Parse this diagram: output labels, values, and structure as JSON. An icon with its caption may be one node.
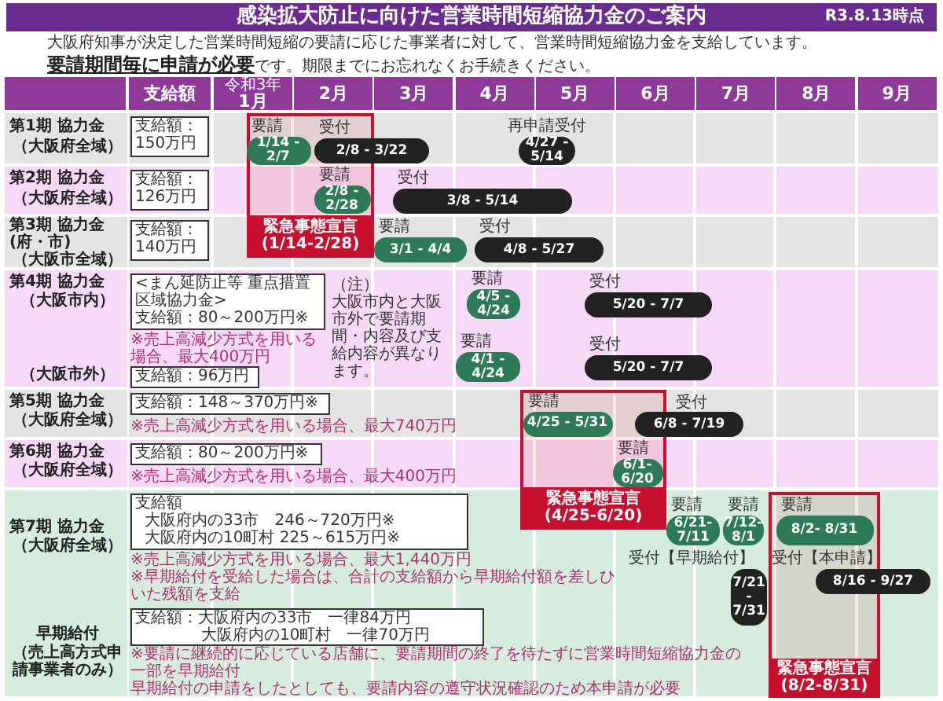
{
  "diagram": {
    "title": "感染拡大防止に向けた営業時間短縮協力金のご案内",
    "nodes": [
      {
        "text": [
          "支給額：150万円"
        ]
      },
      {
        "text": [
          "緊急事態宣言 (1/14-2/28)"
        ]
      },
      {
        "text": [
          "1/14 - 2/7"
        ],
        "beside": [
          "要請"
        ],
        "in": 1
      },
      {
        "text": [
          "2/8 - 3/22"
        ],
        "beside": [
          "受付"
        ]
      },
      {
        "text": [
          "4/27 - 5/14"
        ],
        "beside": [
          "再申請受付"
        ]
      },
      {
        "text": [
          "支給額：126万円"
        ]
      },
      {
        "text": [
          "2/8 - 2/28"
        ],
        "beside": [
          "要請"
        ],
        "in": 1
      },
      {
        "text": [
          "3/8 - 5/14"
        ],
        "beside": [
          "受付"
        ]
      },
      {
        "text": [
          "支給額：140万円"
        ]
      },
      {
        "text": [
          "3/1 - 4/4"
        ],
        "beside": [
          "要請"
        ]
      },
      {
        "text": [
          "4/8 - 5/27"
        ],
        "beside": [
          "受付"
        ]
      },
      {
        "text": [
          "<まん延防止等 重点措置区域協力金>",
          "支給額：80～200万円※"
        ]
      },
      {
        "text": [
          "4/5 - 4/24"
        ],
        "beside": [
          "要請"
        ]
      },
      {
        "text": [
          "5/20 - 7/7"
        ],
        "beside": [
          "受付"
        ]
      },
      {
        "text": [
          "支給額：96万円"
        ]
      },
      {
        "text": [
          "4/1 - 4/24"
        ],
        "beside": [
          "要請"
        ]
      },
      {
        "text": [
          "5/20 - 7/7"
        ],
        "beside": [
          "受付"
        ]
      },
      {
        "text": [
          "緊急事態宣言 (4/25-6/20)"
        ]
      },
      {
        "text": [
          "支給額：148～370万円※"
        ]
      },
      {
        "text": [
          "4/25 - 5/31"
        ],
        "beside": [
          "要請"
        ],
        "in": 17
      },
      {
        "text": [
          "6/8 - 7/19"
        ],
        "beside": [
          "受付"
        ]
      },
      {
        "text": [
          "支給額：80～200万円※"
        ]
      },
      {
        "text": [
          "6/1- 6/20"
        ],
        "beside": [
          "要請"
        ],
        "in": 17
      },
      {
        "text": [
          "緊急事態宣言 (8/2-8/31)"
        ]
      },
      {
        "text": [
          "支給額",
          "大阪府内の33市　246～720万円※",
          "大阪府内の10町村 225～615万円※"
        ]
      },
      {
        "text": [
          "6/21- 7/11"
        ],
        "beside": [
          "要請"
        ]
      },
      {
        "text": [
          "7/12- 8/1"
        ],
        "beside": [
          "要請"
        ]
      },
      {
        "text": [
          "8/2- 8/31"
        ],
        "beside": [
          "要請"
        ],
        "in": 23
      },
      {
        "text": [
          "7/21 - 7/31"
        ],
        "beside": [
          "受付【早期給付】"
        ]
      },
      {
        "text": [
          "8/16 - 9/27"
        ],
        "beside": [
          "受付【本申請】"
        ]
      },
      {
        "text": [
          "支給額：大阪府内の33市　一律84万円",
          "大阪府内の10町村　一律70万円"
        ]
      }
    ],
    "labels": [
      "R3.8.13時点",
      "大阪府知事が決定した営業時間短縮の要請に応じた事業者に対して、営業時間短縮協力金を支給しています。",
      "**要請期間毎に申請が必要**です。期限までにお忘れなくお手続きください。",
      "支給額",
      "令和3年",
      "1月",
      "2月",
      "3月",
      "4月",
      "5月",
      "6月",
      "7月",
      "8月",
      "9月",
      "第1期 協力金",
      "（大阪府全域）",
      "第2期 協力金",
      "（大阪府全域）",
      "第3期 協力金(府・市)",
      "（大阪市全域）",
      "第4期 協力金",
      "（大阪市内）",
      "※売上高減少方式を用いる場合、最大400万円",
      "（大阪市外）",
      "（注）",
      "大阪市内と大阪市外で要請期間・内容及び支給内容が異なります。",
      "第5期 協力金",
      "（大阪府全域）",
      "※売上高減少方式を用いる場合、最大740万円",
      "第6期 協力金",
      "（大阪府全域）",
      "※売上高減少方式を用いる場合、最大400万円",
      "第7期 協力金",
      "（大阪府全域）",
      "※売上高減少方式を用いる場合、最大1,440万円",
      "※早期給付を受給した場合は、合計の支給額から早期給付額を差しひいた残額を支給",
      "早期給付",
      "（売上高方式申請事業者のみ）",
      "※要請に継続的に応じている店舗に、要請期間の終了を待たずに営業時間短縮協力金の一部を早期給付",
      "早期給付の申請をしたとしても、要請内容の遵守状況確認のため本申請が必要"
    ]
  }
}
